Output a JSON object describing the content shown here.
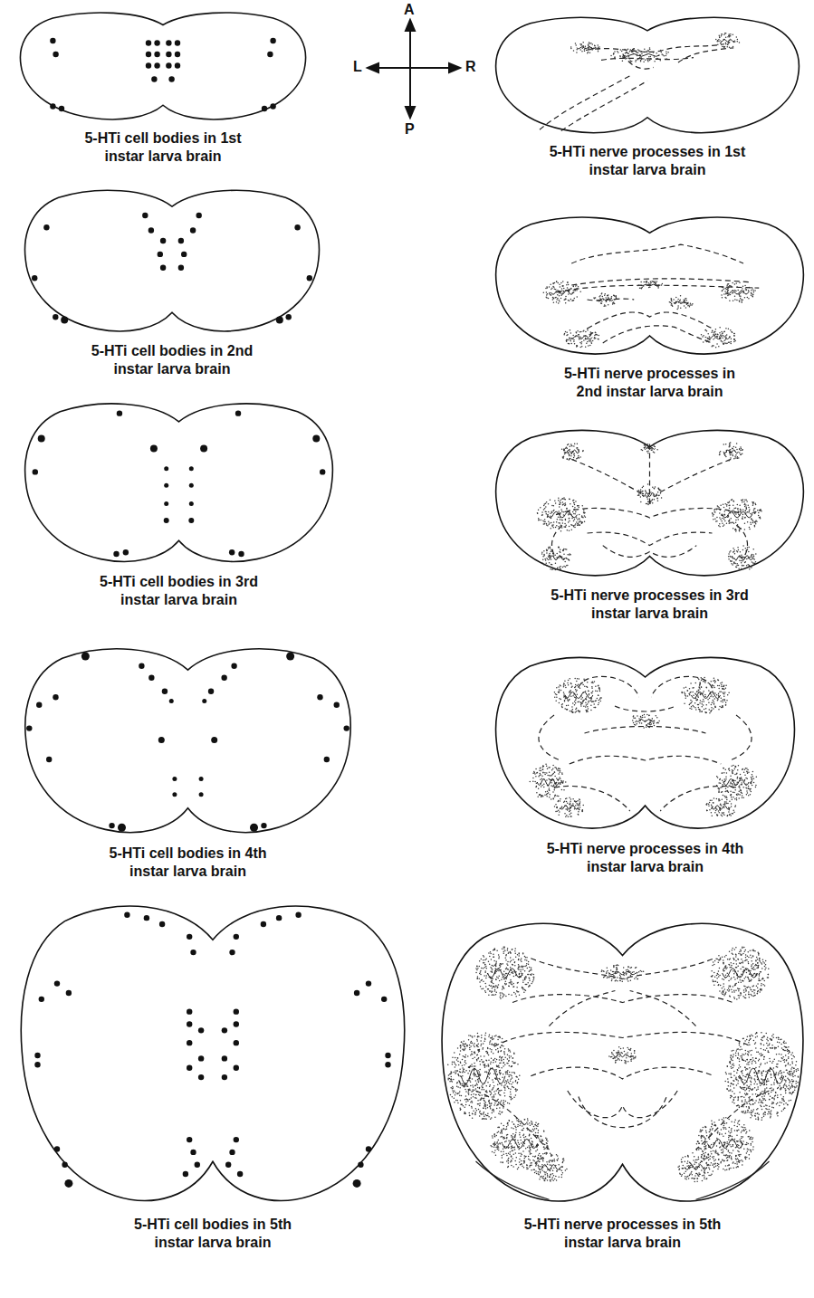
{
  "diagram": {
    "nodes": [
      {
        "text": [
          "5-HTi cell bodies in 1st instar larva brain"
        ]
      },
      {
        "text": [
          "5-HTi nerve processes in 1st instar larva brain"
        ]
      },
      {
        "text": [
          "5-HTi cell bodies in 2nd instar larva brain"
        ]
      },
      {
        "text": [
          "5-HTi nerve processes in 2nd instar larva brain"
        ]
      },
      {
        "text": [
          "5-HTi cell bodies in 3rd instar larva brain"
        ]
      },
      {
        "text": [
          "5-HTi nerve processes in 3rd instar larva brain"
        ]
      },
      {
        "text": [
          "5-HTi cell bodies in 4th instar larva brain"
        ]
      },
      {
        "text": [
          "5-HTi nerve processes in 4th instar larva brain"
        ]
      },
      {
        "text": [
          "5-HTi cell bodies in 5th instar larva brain"
        ]
      },
      {
        "text": [
          "5-HTi nerve processes in 5th instar larva brain"
        ]
      }
    ],
    "labels": [
      "A",
      "L",
      "R",
      "P"
    ]
  }
}
